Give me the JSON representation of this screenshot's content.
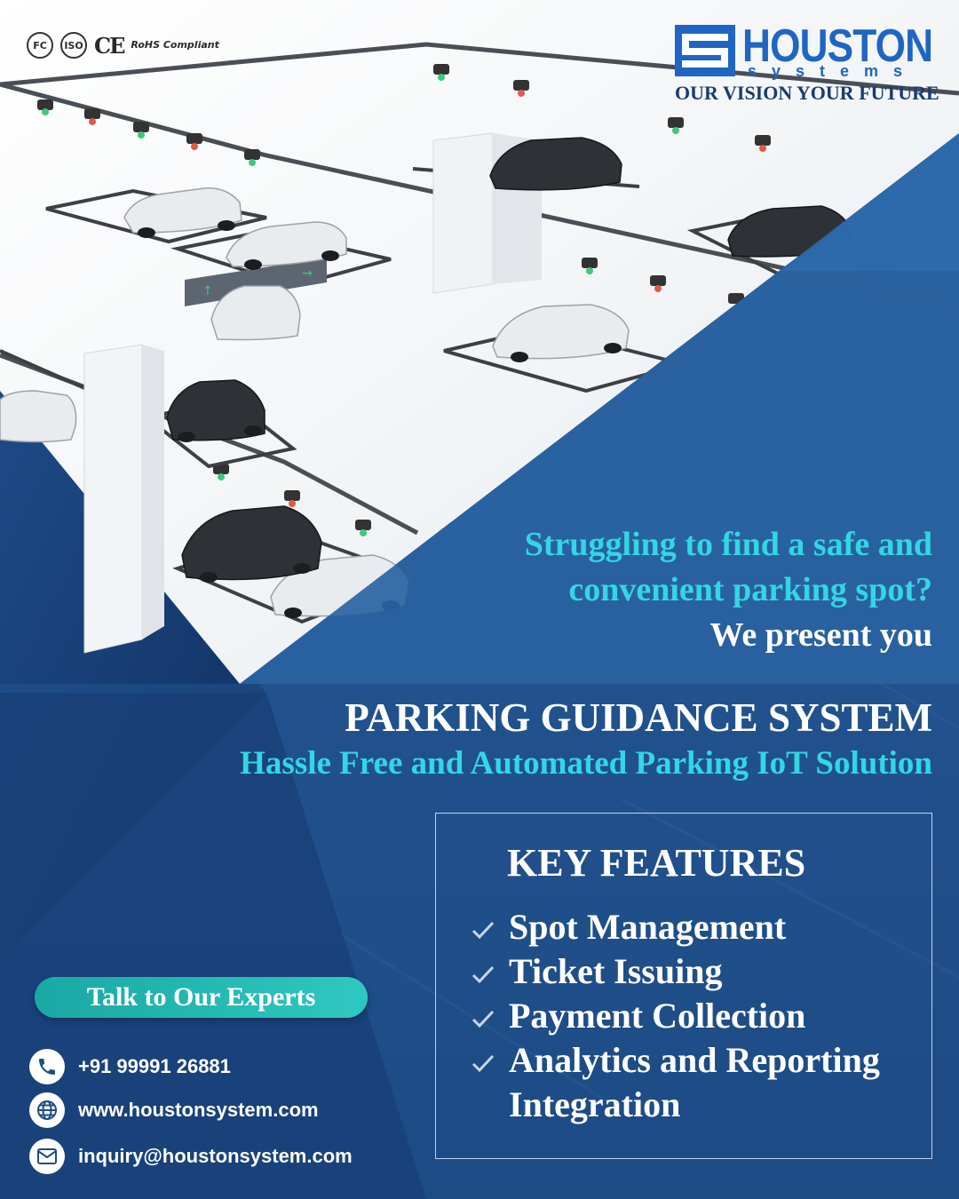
{
  "certifications": [
    "FC",
    "ISO",
    "CE",
    "RoHS Compliant"
  ],
  "brand": {
    "name": "HOUSTON",
    "sub": "systems",
    "tagline": "OUR VISION YOUR FUTURE",
    "color": "#1f66c4"
  },
  "headline": {
    "line1": "Struggling to find a safe and",
    "line2": "convenient parking spot?",
    "line3": "We present you"
  },
  "product": {
    "title": "PARKING GUIDANCE SYSTEM",
    "subtitle": "Hassle Free and Automated Parking IoT Solution"
  },
  "features": {
    "title": "KEY FEATURES",
    "items": [
      {
        "label": "Spot Management",
        "checked": true
      },
      {
        "label": "Ticket Issuing",
        "checked": true
      },
      {
        "label": "Payment Collection",
        "checked": true
      },
      {
        "label": "Analytics and Reporting",
        "checked": true
      },
      {
        "label": "Integration",
        "checked": false
      }
    ]
  },
  "cta": {
    "label": "Talk to Our Experts"
  },
  "contacts": {
    "phone": "+91 99991 26881",
    "website": "www.houstonsystem.com",
    "email": "inquiry@houstonsystem.com"
  },
  "colors": {
    "accent_cyan": "#33d6e4",
    "navy": "#1f4d86",
    "cta_teal": "#22b8b2"
  }
}
